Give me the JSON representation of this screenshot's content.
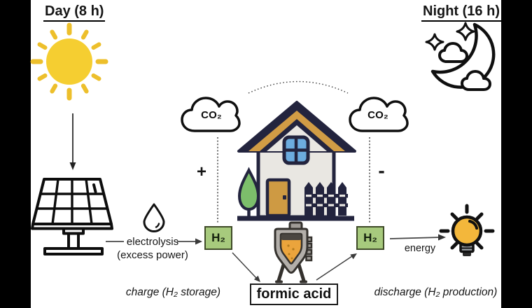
{
  "figure": {
    "day_label": "Day (8 h)",
    "night_label": "Night (16 h)",
    "electrolysis_label": "electrolysis",
    "excess_power_label": "(excess power)",
    "h2_left": "H₂",
    "h2_right": "H₂",
    "co2_left": "CO₂",
    "co2_right": "CO₂",
    "plus_sign": "+",
    "minus_sign": "-",
    "formic_acid_label": "formic acid",
    "energy_label": "energy",
    "charge_caption": "charge (H₂ storage)",
    "discharge_caption": "discharge (H₂ production)"
  },
  "icons": {
    "sun": "sun-icon",
    "solar_panel": "solar-panel-icon",
    "water_droplet": "water-droplet-icon",
    "co2_cloud_left": "cloud-icon",
    "co2_cloud_right": "cloud-icon",
    "house": "house-icon",
    "reactor": "reactor-vessel-icon",
    "light_bulb": "light-bulb-icon",
    "night_sky": "moon-stars-clouds-icon"
  },
  "colors": {
    "sun_yellow": "#F5CE31",
    "ray_gold": "#EDBF2B",
    "h2_green": "#A7CA7D",
    "h2_border": "#3E4A27",
    "house_navy": "#23243E",
    "roof_tan": "#D19C45",
    "door_tan": "#CE9A43",
    "window_blue": "#6CACDE",
    "wall_gray": "#E9E7E2",
    "tree_green": "#7CBE6B",
    "reactor_gray": "#B3AFAA",
    "liquid_amber": "#EBA43C",
    "bulb_yellow": "#F3B73B",
    "base_gray": "#9EA3A8",
    "outline_black": "#111111"
  }
}
